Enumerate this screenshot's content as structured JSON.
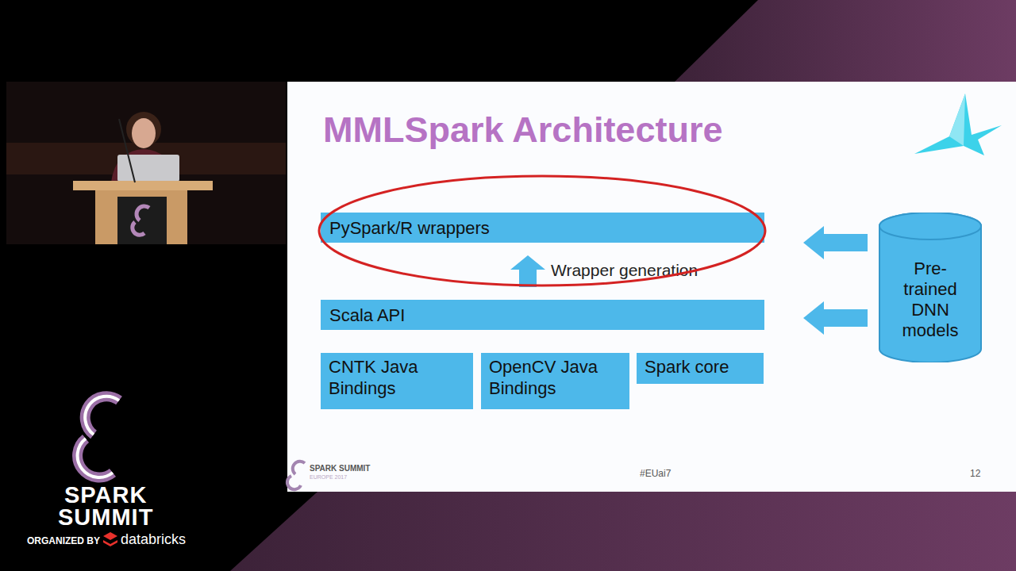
{
  "diagram": {
    "title": "MMLSpark Architecture",
    "nodes": [
      {
        "text": [
          "PySpark/R wrappers"
        ]
      },
      {
        "text": [
          "Scala API"
        ]
      },
      {
        "text": [
          "CNTK Java Bindings"
        ]
      },
      {
        "text": [
          "OpenCV Java Bindings"
        ]
      },
      {
        "text": [
          "Spark core"
        ]
      },
      {
        "text": [
          "Pre-trained DNN models"
        ]
      }
    ],
    "edges": [
      {
        "from": 1,
        "to": 0,
        "arrow": "to",
        "label": "Wrapper generation"
      },
      {
        "from": 5,
        "to": 0,
        "arrow": "to"
      },
      {
        "from": 5,
        "to": 1,
        "arrow": "to"
      }
    ],
    "labels": [
      "SPARK",
      "SUMMIT",
      "ORGANIZED BY",
      "databricks",
      "SPARK SUMMIT",
      "EUROPE 2017",
      "#EUai7",
      "12"
    ]
  }
}
